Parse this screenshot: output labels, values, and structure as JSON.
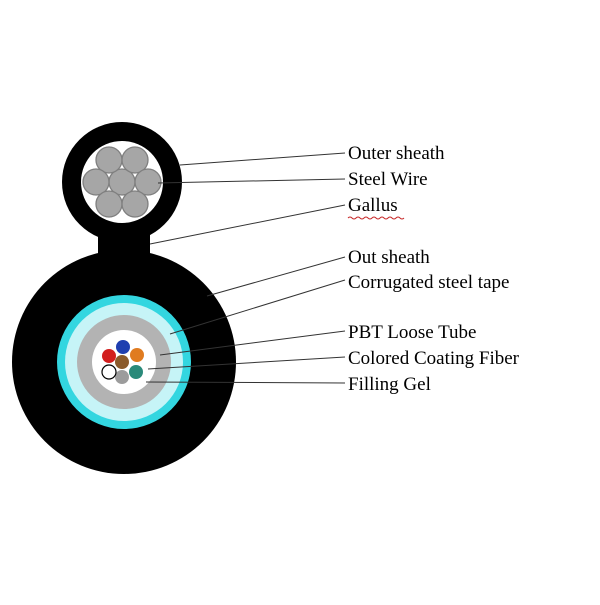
{
  "labels": {
    "outer_sheath": "Outer sheath",
    "steel_wire": "Steel Wire",
    "gallus": "Gallus",
    "out_sheath": "Out sheath",
    "corrugated_steel_tape": "Corrugated steel tape",
    "pbt_loose_tube": "PBT Loose Tube",
    "colored_coating_fiber": "Colored Coating Fiber",
    "filling_gel": "Filling Gel"
  },
  "colors": {
    "sheath": "#000000",
    "steel_wire_fill": "#a6a6a6",
    "steel_wire_stroke": "#7f7f7f",
    "steel_tape": "#33d6e0",
    "steel_tape_inner": "#c6f4f7",
    "loose_tube": "#b3b3b3",
    "gel": "#ffffff",
    "fibers": [
      "#1f3fb0",
      "#e07b20",
      "#2a8a7a",
      "#9c9c9c",
      "#ffffff",
      "#d21e1e",
      "#8a5a2b"
    ]
  }
}
